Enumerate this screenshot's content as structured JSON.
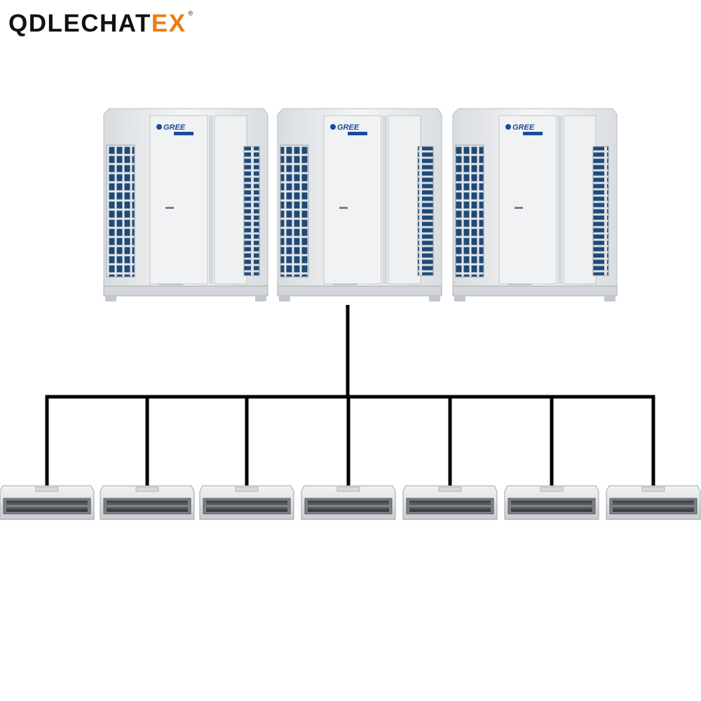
{
  "brand": {
    "name_main": "QDLECHAT",
    "name_accent": "EX",
    "registered_mark": "®"
  },
  "outdoor_units": [
    {
      "logo_text": "GREE"
    },
    {
      "logo_text": "GREE"
    },
    {
      "logo_text": "GREE"
    }
  ],
  "indoor_units": [
    {},
    {},
    {},
    {},
    {},
    {},
    {}
  ],
  "colors": {
    "accent": "#f07a12",
    "pipe": "#000000",
    "unit_body": "#eceef0",
    "grille": "#1f4a78",
    "gree_blue": "#1b4b9a"
  }
}
